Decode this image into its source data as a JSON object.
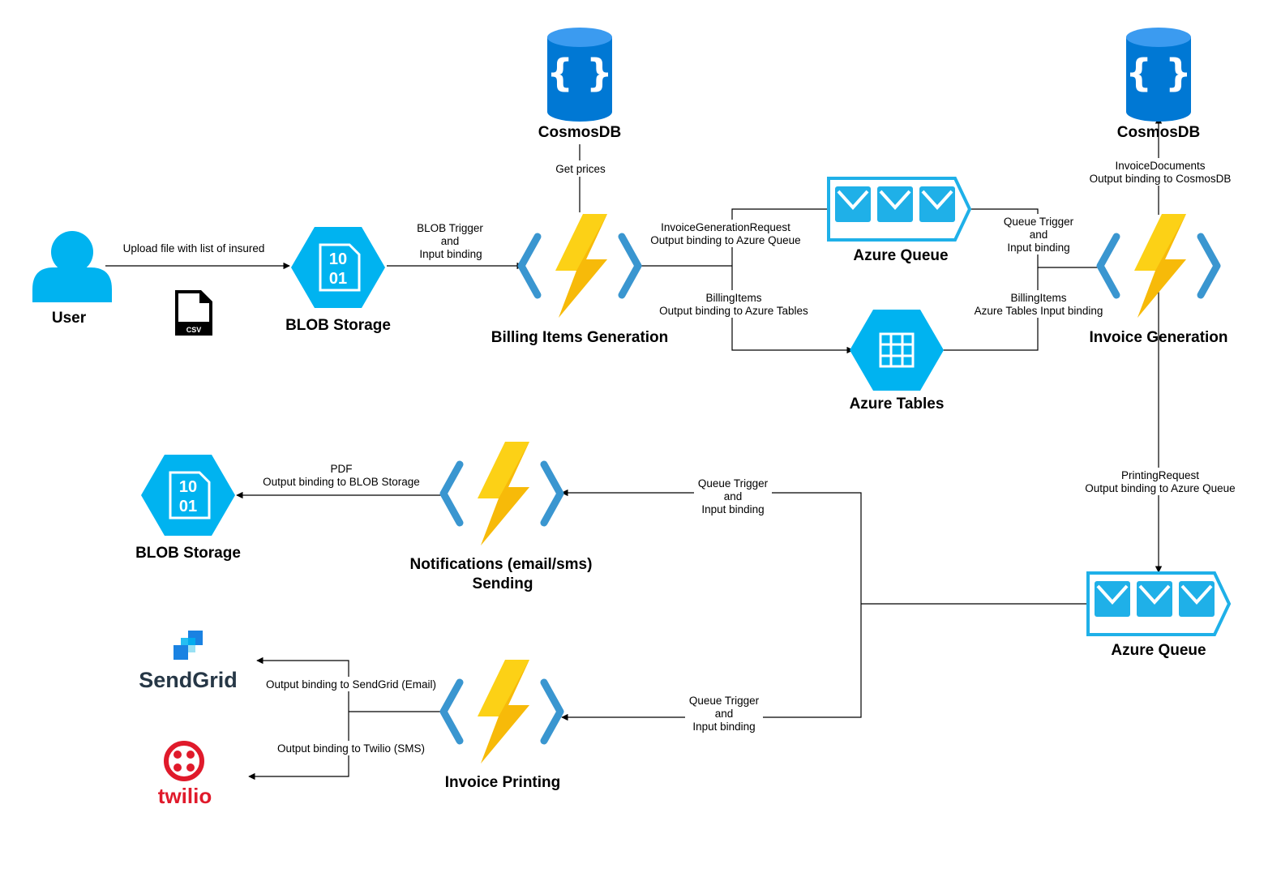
{
  "colors": {
    "azure_blue": "#0078d4",
    "light_blue": "#00b3f0",
    "queue_blue": "#1fb0e8",
    "function_blue": "#3a96d0",
    "bolt_yellow": "#fcd116",
    "bolt_orange": "#f2a700",
    "sendgrid_blue": "#1a82e2",
    "twilio_red": "#e01a2b",
    "line": "#000000"
  },
  "nodes": {
    "user": "User",
    "blob_storage_top": "BLOB Storage",
    "cosmos_top_left": "CosmosDB",
    "billing_items_generation": "Billing Items Generation",
    "azure_queue_top": "Azure Queue",
    "azure_tables": "Azure Tables",
    "cosmos_top_right": "CosmosDB",
    "invoice_generation": "Invoice Generation",
    "azure_queue_bottom": "Azure Queue",
    "notifications_line1": "Notifications (email/sms)",
    "notifications_line2": "Sending",
    "blob_storage_bottom": "BLOB Storage",
    "invoice_printing": "Invoice Printing",
    "sendgrid": "SendGrid",
    "twilio": "twilio",
    "csv_badge": "CSV",
    "blob_bits_line1": "10",
    "blob_bits_line2": "01"
  },
  "edges": {
    "upload": "Upload file with list of insured",
    "blob_trigger_1": "BLOB Trigger",
    "blob_trigger_2": "and",
    "blob_trigger_3": "Input binding",
    "get_prices": "Get prices",
    "invoice_req_1": "InvoiceGenerationRequest",
    "invoice_req_2": "Output binding to Azure Queue",
    "billing_out_1": "BillingItems",
    "billing_out_2": "Output binding to Azure Tables",
    "queue_trigger_top_1": "Queue Trigger",
    "queue_trigger_top_2": "and",
    "queue_trigger_top_3": "Input binding",
    "billing_in_1": "BillingItems",
    "billing_in_2": "Azure Tables Input binding",
    "invoice_docs_1": "InvoiceDocuments",
    "invoice_docs_2": "Output binding to CosmosDB",
    "printing_req_1": "PrintingRequest",
    "printing_req_2": "Output binding to Azure Queue",
    "pdf_1": "PDF",
    "pdf_2": "Output binding to BLOB Storage",
    "queue_trigger_notif_1": "Queue Trigger",
    "queue_trigger_notif_2": "and",
    "queue_trigger_notif_3": "Input binding",
    "queue_trigger_print_1": "Queue Trigger",
    "queue_trigger_print_2": "and",
    "queue_trigger_print_3": "Input binding",
    "sendgrid_binding": "Output binding to SendGrid (Email)",
    "twilio_binding": "Output binding to Twilio (SMS)"
  }
}
